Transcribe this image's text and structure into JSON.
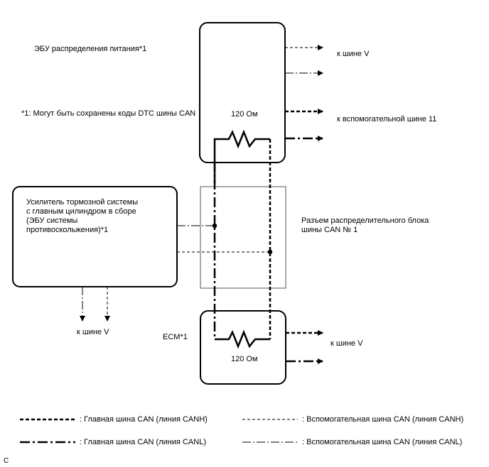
{
  "ecu_power": {
    "label": "ЭБУ распределения питания*1",
    "resistor": "120 Ом"
  },
  "note": "*1: Могут быть сохранены коды DTC шины CAN",
  "to_bus_v": "к шине V",
  "to_aux_bus_11": "к вспомогательной шине 11",
  "brake_booster": {
    "label": "Усилитель тормозной системы\nс главным цилиндром в сборе\n(ЭБУ системы\nпротивоскольжения)*1"
  },
  "connector": {
    "label": "Разъем распределительного блока\nшины CAN № 1"
  },
  "ecm": {
    "label": "ECM*1",
    "resistor": "120 Ом"
  },
  "brake_to_bus": "к шине V",
  "ecm_to_bus": "к шине V",
  "legend": {
    "main_canh": ": Главная шина CAN (линия CANH)",
    "main_canl": ": Главная шина CAN (линия CANL)",
    "aux_canh": ": Вспомогательная шина CAN (линия CANH)",
    "aux_canl": ": Вспомогательная шина CAN (линия CANL)"
  },
  "corner_letter": "C"
}
